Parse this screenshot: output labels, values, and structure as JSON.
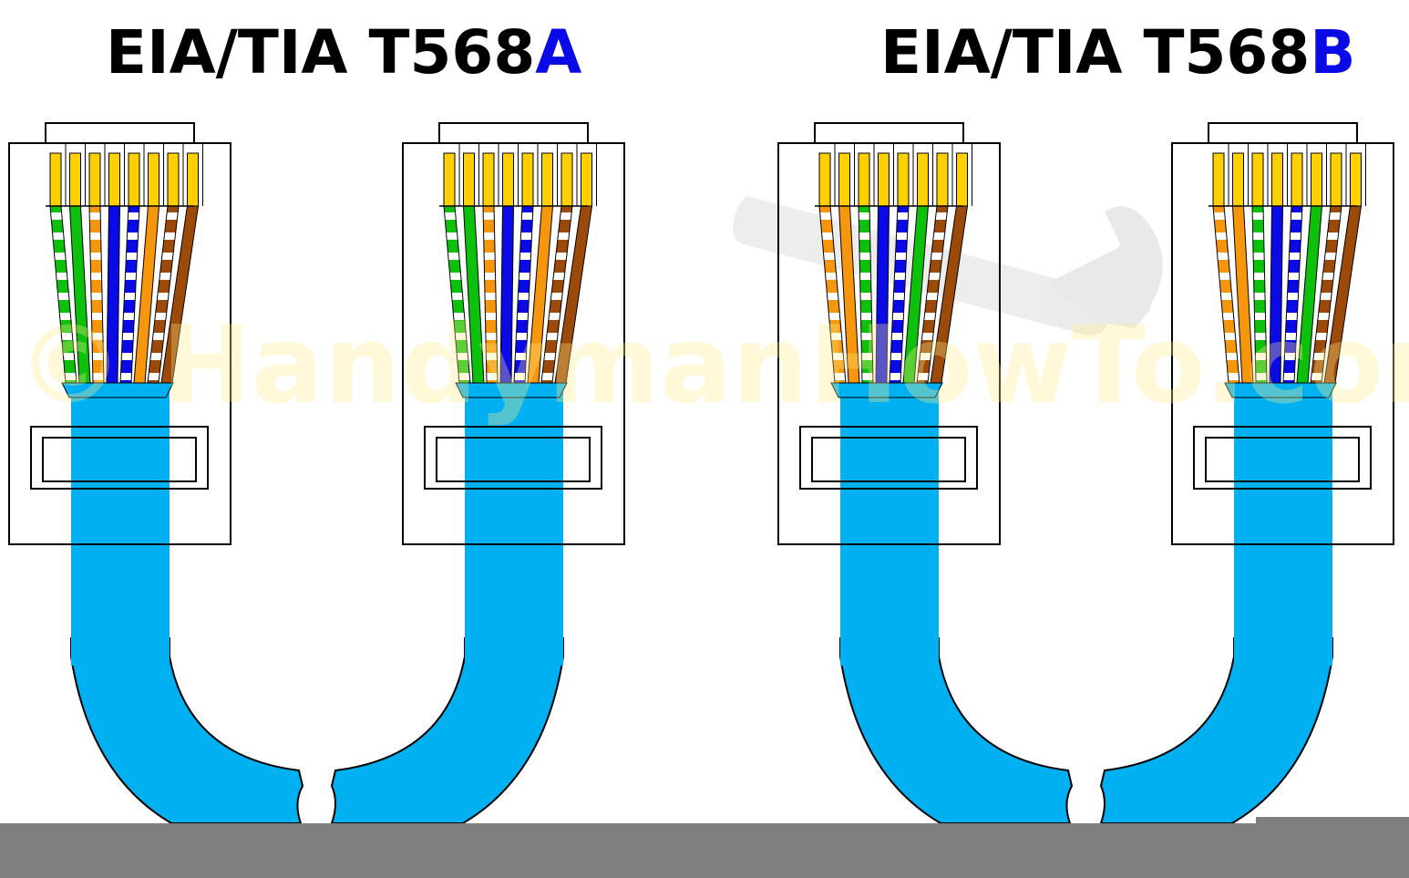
{
  "figures": [
    {
      "title_prefix": "EIA/TIA T568",
      "title_letter": "A",
      "pinout": [
        "green-white",
        "green",
        "orange-white",
        "blue",
        "blue-white",
        "orange",
        "brown-white",
        "brown"
      ]
    },
    {
      "title_prefix": "EIA/TIA T568",
      "title_letter": "B",
      "pinout": [
        "orange-white",
        "orange",
        "green-white",
        "blue",
        "blue-white",
        "green",
        "brown-white",
        "brown"
      ]
    }
  ],
  "watermark": "© HandymanHowTo.com",
  "colors": {
    "title": "#000000",
    "standard_letter": "#0a0ae6",
    "cable_jacket": "#00b0f0",
    "pin_contact": "#ffd000",
    "green": "#0cc00c",
    "orange": "#f5960c",
    "blue": "#0a0ae6",
    "brown": "#9c4a0a",
    "stripe_white": "#ffffff",
    "bottom_bar": "#7f7f7f"
  }
}
